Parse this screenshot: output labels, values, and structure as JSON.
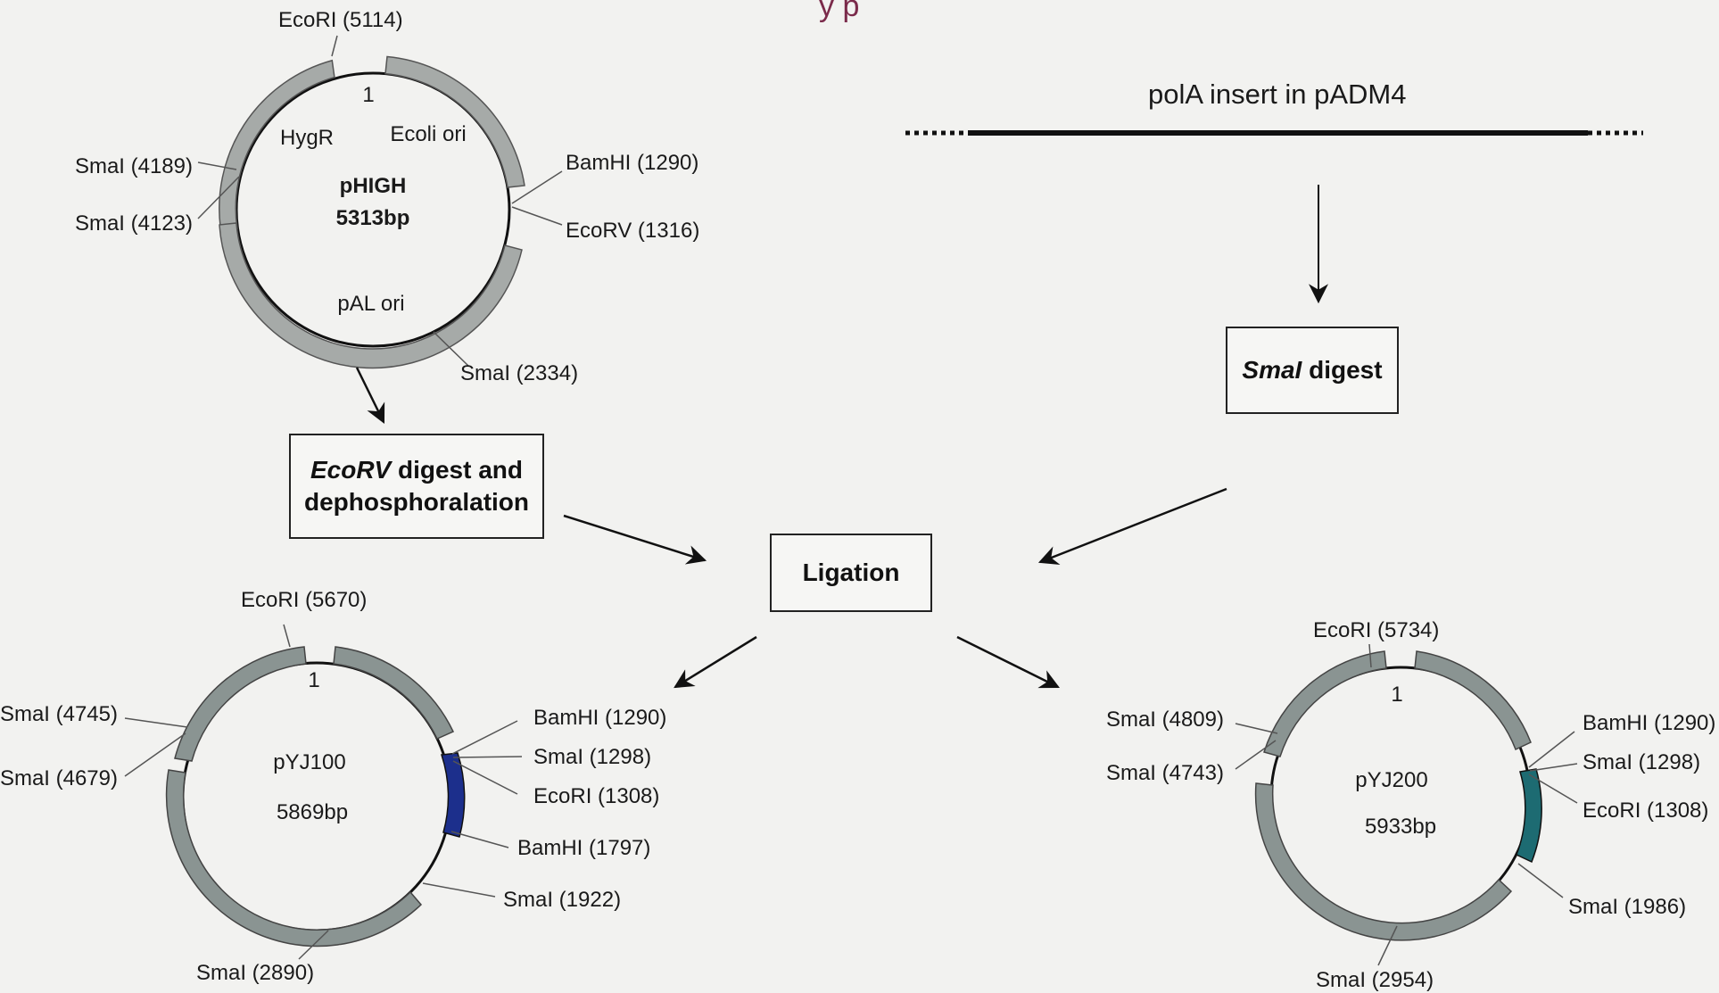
{
  "title_fragment": "y p",
  "insert": {
    "label": "polA insert in pADM4"
  },
  "steps": {
    "ecorv": {
      "italic": "EcoRV",
      "rest_line1": " digest and",
      "line2": "dephosphoralation"
    },
    "smai": {
      "italic": "SmaI",
      "rest": " digest"
    },
    "ligation": "Ligation"
  },
  "plasmids": {
    "phigh": {
      "name": "pHIGH",
      "size": "5313bp",
      "origin_mark": "1",
      "features": [
        "HygR",
        "Ecoli ori",
        "pAL ori"
      ],
      "sites": [
        "EcoRI (5114)",
        "BamHI (1290)",
        "EcoRV (1316)",
        "SmaI (2334)",
        "SmaI (4189)",
        "SmaI (4123)"
      ],
      "colors": {
        "feature": "#a6aaa8"
      }
    },
    "pyj100": {
      "name": "pYJ100",
      "size": "5869bp",
      "origin_mark": "1",
      "sites": [
        "EcoRI (5670)",
        "SmaI (4745)",
        "SmaI (4679)",
        "BamHI (1290)",
        "SmaI (1298)",
        "EcoRI (1308)",
        "BamHI (1797)",
        "SmaI (1922)",
        "SmaI (2890)"
      ],
      "colors": {
        "feature": "#8a9492",
        "insert": "#1c2f8c"
      }
    },
    "pyj200": {
      "name": "pYJ200",
      "size": "5933bp",
      "origin_mark": "1",
      "sites": [
        "EcoRI (5734)",
        "SmaI (4809)",
        "SmaI (4743)",
        "BamHI (1290)",
        "SmaI (1298)",
        "EcoRI (1308)",
        "SmaI (1986)",
        "SmaI (2954)"
      ],
      "colors": {
        "feature": "#8a9492",
        "insert": "#1d6b72"
      }
    }
  }
}
